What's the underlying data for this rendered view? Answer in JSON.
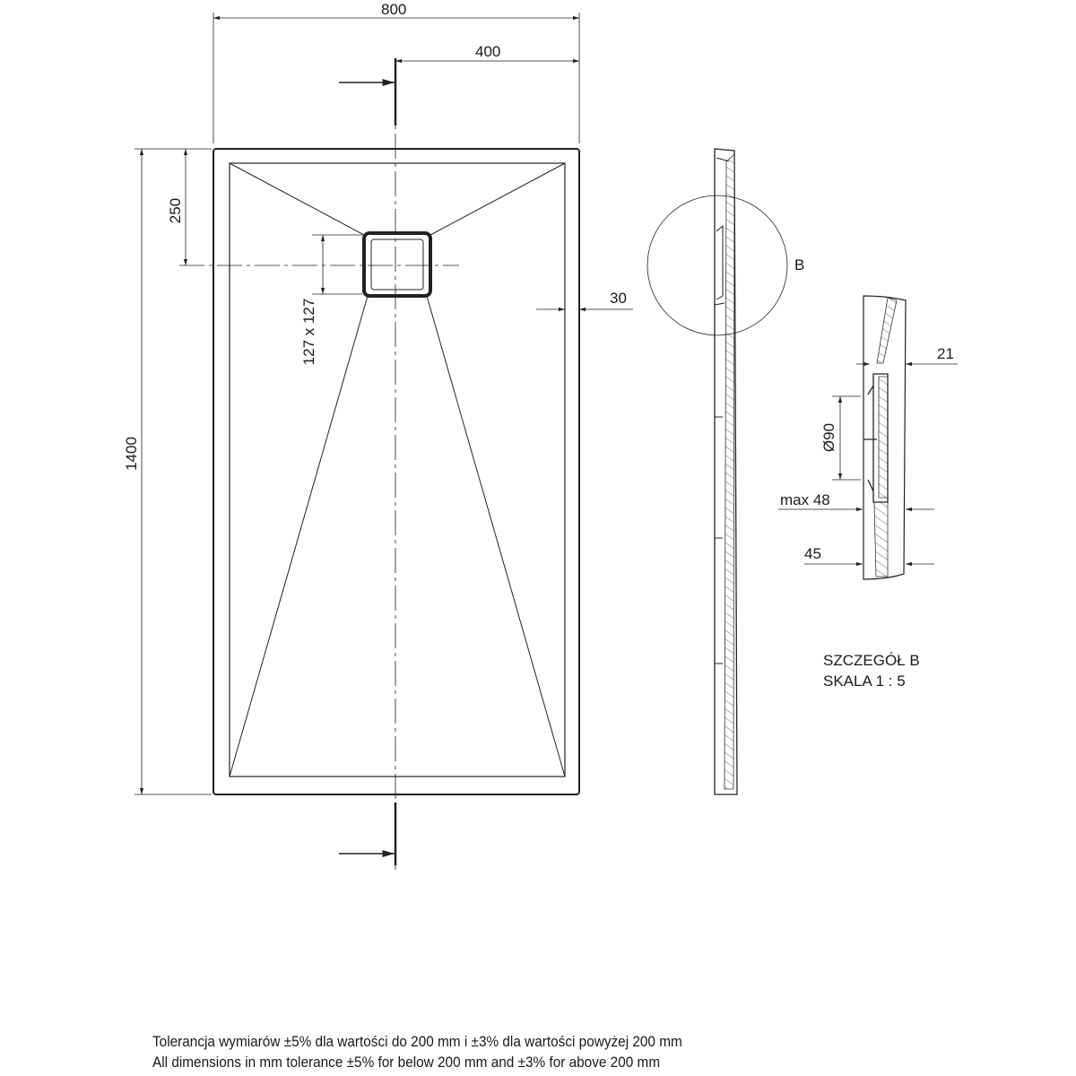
{
  "dimensions": {
    "width": "800",
    "half_width": "400",
    "length": "1400",
    "drain_offset": "250",
    "drain_size": "127 x 127",
    "rim": "30"
  },
  "detail": {
    "marker": "B",
    "dim_21": "21",
    "dim_diameter": "Ø90",
    "dim_max48": "max 48",
    "dim_45": "45",
    "title": "SZCZEGÓŁ B",
    "scale": "SKALA 1 : 5"
  },
  "notes": {
    "pl": "Tolerancja wymiarów ±5% dla wartości do 200 mm i  ±3% dla wartości powyżej 200 mm",
    "en": "All dimensions in mm tolerance ±5% for below 200 mm and  ±3% for above 200 mm"
  },
  "colors": {
    "line": "#222222",
    "background": "#ffffff"
  }
}
